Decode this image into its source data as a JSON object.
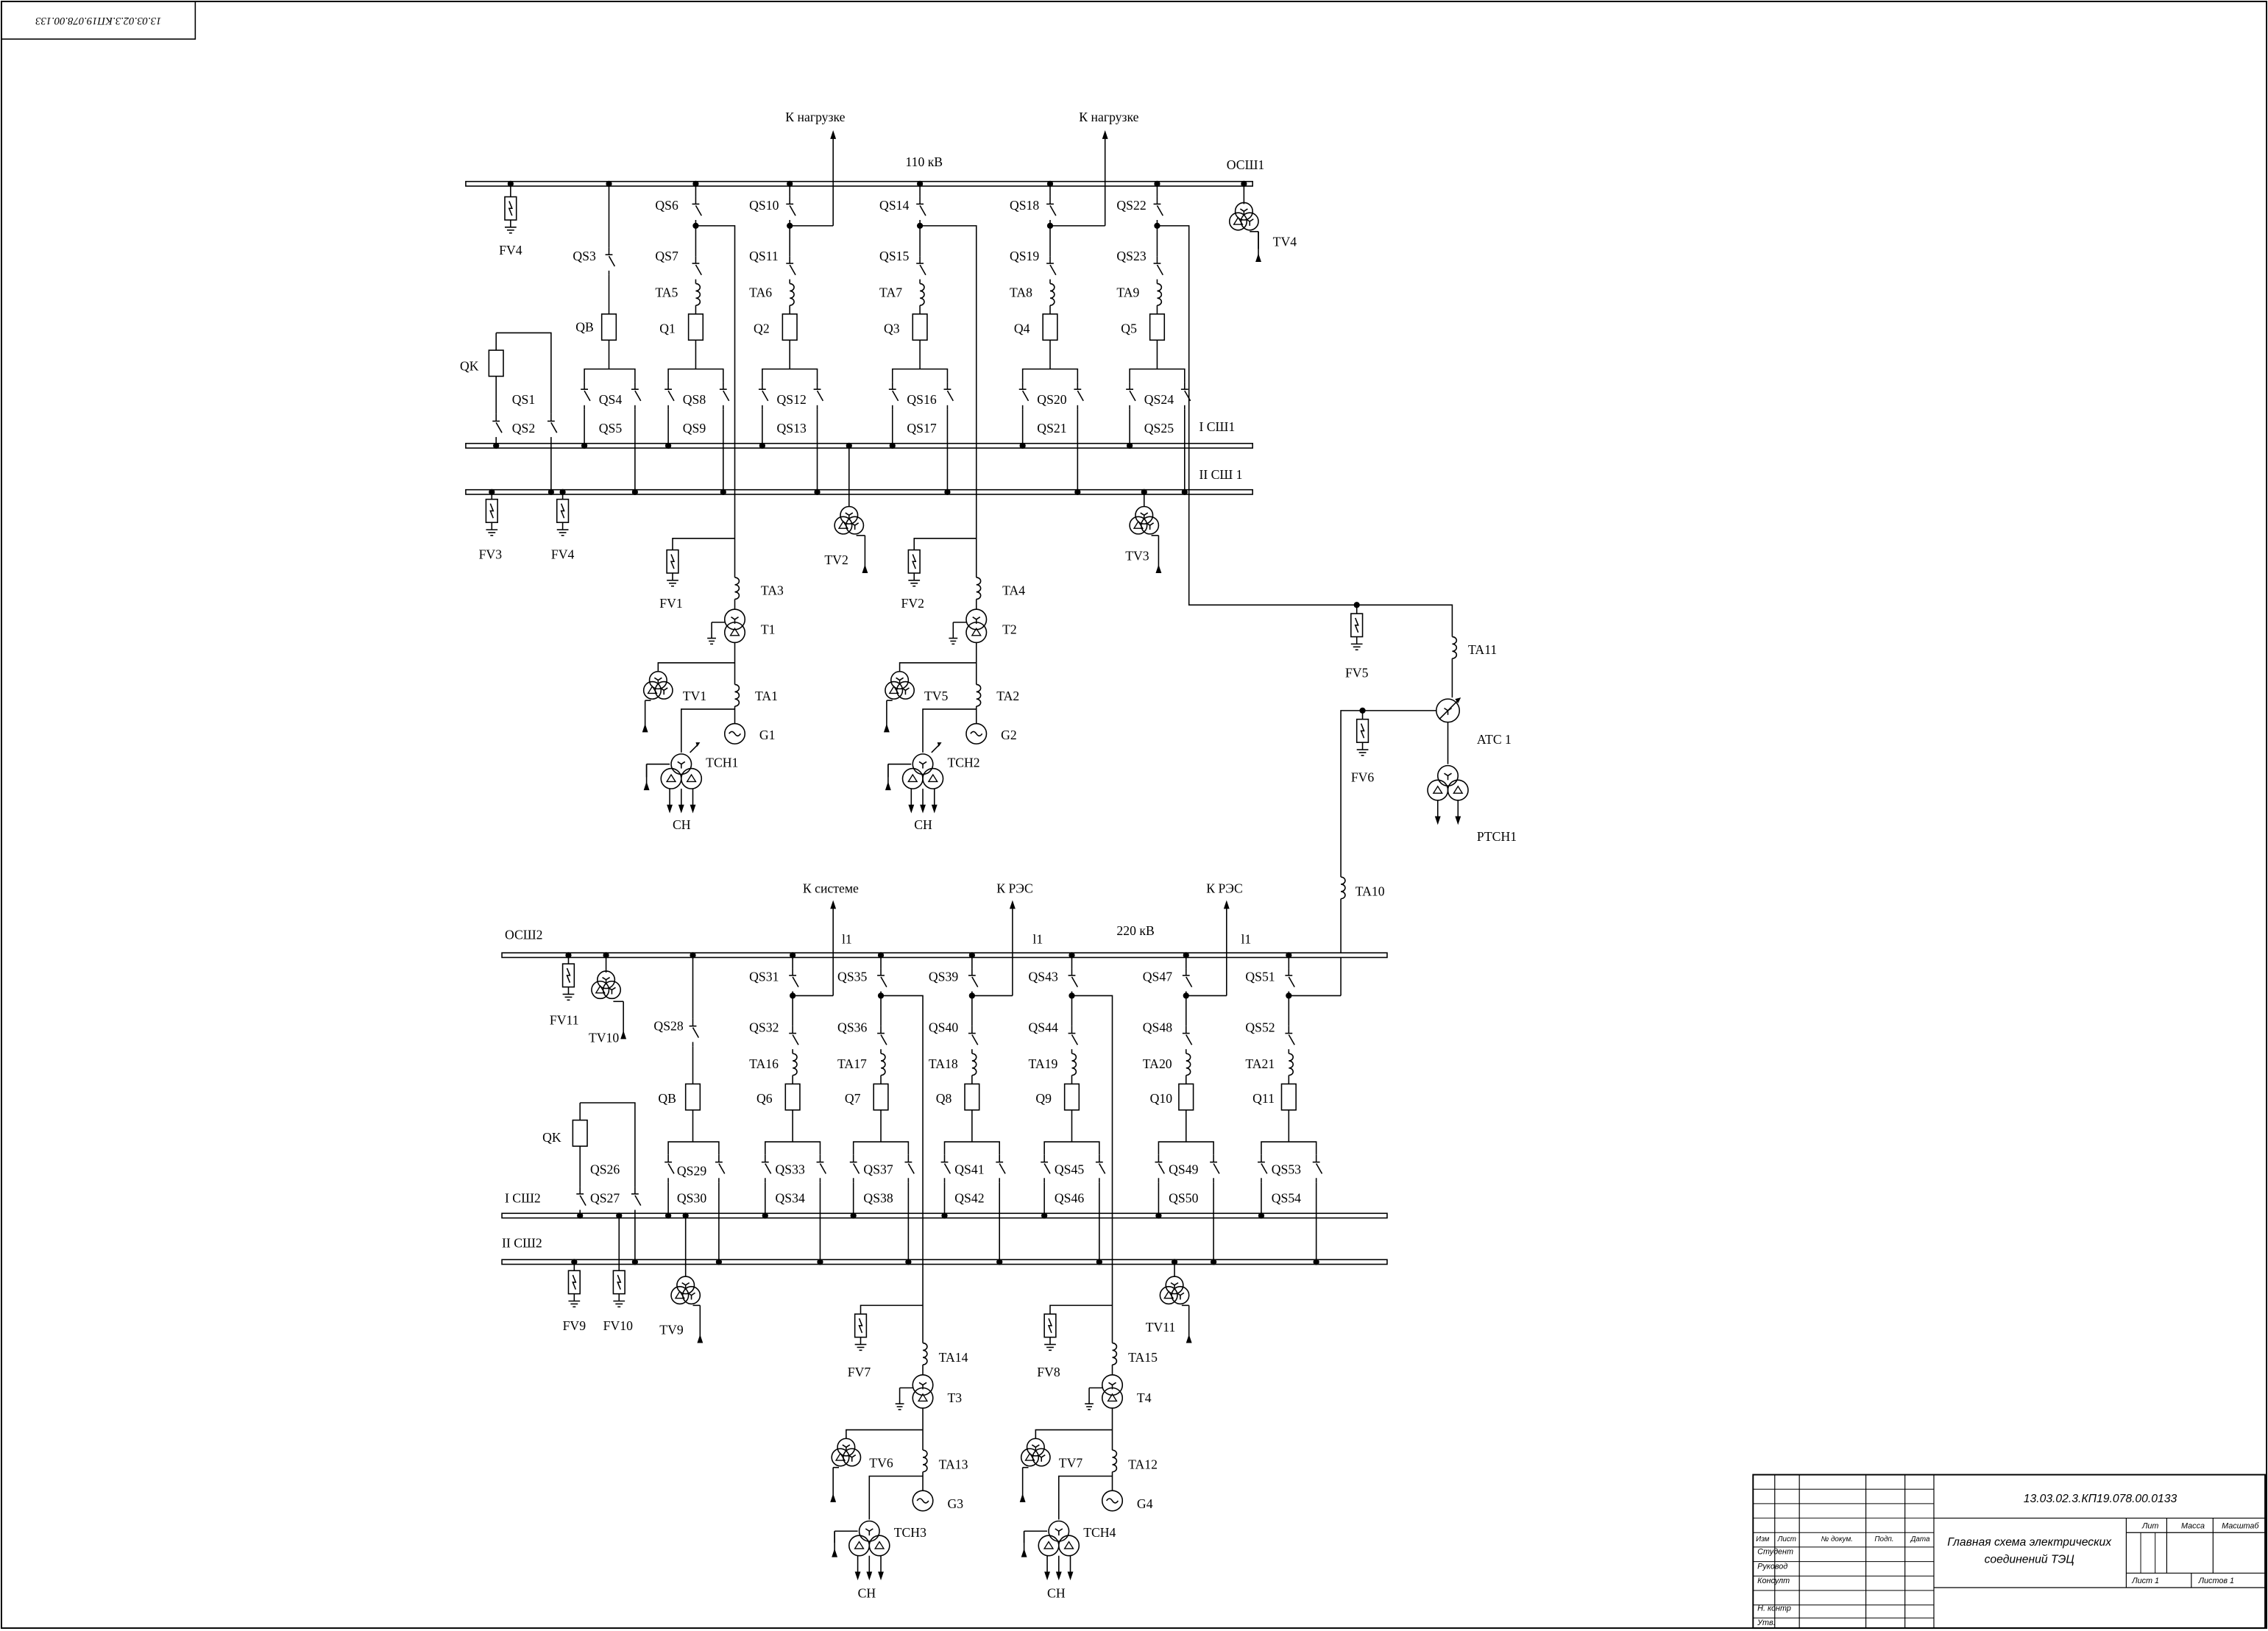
{
  "sheet": {
    "stamp_code": "13.03.02.3.КП19.078.00.0133",
    "rotated_code": "13.03.02.3.КП19.078.00.133",
    "title_line1": "Главная схема электрических",
    "title_line2": "соединений ТЭЦ",
    "rows": [
      "Изм",
      "Лист",
      "№ докум.",
      "Подп.",
      "Дата"
    ],
    "roles": [
      "Студент",
      "Руковод",
      "Консулт",
      "Н. контр",
      "Утв."
    ],
    "cols": [
      "Лит",
      "Масса",
      "Масштаб"
    ],
    "sheet_label": "Лист 1",
    "sheets_label": "Листов 1"
  },
  "upper": {
    "voltage": "110 кВ",
    "load": "К нагрузке",
    "osh": "ОСШ1",
    "bus1": "I СШ1",
    "bus2": "II СШ 1",
    "arrester_labels": [
      "FV4",
      "FV3",
      "FV4"
    ],
    "vt_labels": [
      "TV4",
      "TV2",
      "TV3"
    ],
    "bay_labels": [
      {
        "top": "QS6",
        "mid": "QS7",
        "ta": "TA5",
        "q": "Q1",
        "d1": "QS8",
        "d2": "QS9"
      },
      {
        "top": "QS10",
        "mid": "QS11",
        "ta": "TA6",
        "q": "Q2",
        "d1": "QS12",
        "d2": "QS13"
      },
      {
        "top": "QS14",
        "mid": "QS15",
        "ta": "TA7",
        "q": "Q3",
        "d1": "QS16",
        "d2": "QS17"
      },
      {
        "top": "QS18",
        "mid": "QS19",
        "ta": "TA8",
        "q": "Q4",
        "d1": "QS20",
        "d2": "QS21"
      },
      {
        "top": "QS22",
        "mid": "QS23",
        "ta": "TA9",
        "q": "Q5",
        "d1": "QS24",
        "d2": "QS25"
      }
    ],
    "coupler": {
      "qs": "QS3",
      "qb": "QB",
      "qk": "QK",
      "qs1": "QS1",
      "qs2": "QS2",
      "qs4": "QS4",
      "qs5": "QS5"
    },
    "units": [
      {
        "fv": "FV1",
        "ta_hv": "TA3",
        "t": "T1",
        "tv": "TV1",
        "ta_g": "TA1",
        "g": "G1",
        "tsn": "ТСН1",
        "sn": "СН"
      },
      {
        "fv": "FV2",
        "ta_hv": "TA4",
        "t": "T2",
        "tv": "TV5",
        "ta_g": "TA2",
        "g": "G2",
        "tsn": "ТСН2",
        "sn": "СН"
      }
    ]
  },
  "ats": {
    "fv5": "FV5",
    "ta11": "TA11",
    "atc": "АТС 1",
    "fv6": "FV6",
    "rtsn": "РТСН1",
    "ta10": "TA10"
  },
  "lower": {
    "voltage": "220 кВ",
    "sys": "К системе",
    "res": "К РЭС",
    "line": "l1",
    "osh": "ОСШ2",
    "bus1": "I СШ2",
    "bus2": "II СШ2",
    "arrester_labels": [
      "FV11",
      "FV9",
      "FV10"
    ],
    "vt_labels": [
      "TV10",
      "TV9",
      "TV11"
    ],
    "bay_labels": [
      {
        "top": "QS31",
        "mid": "QS32",
        "ta": "TA16",
        "q": "Q6",
        "d1": "QS33",
        "d2": "QS34"
      },
      {
        "top": "QS35",
        "mid": "QS36",
        "ta": "TA17",
        "q": "Q7",
        "d1": "QS37",
        "d2": "QS38"
      },
      {
        "top": "QS39",
        "mid": "QS40",
        "ta": "TA18",
        "q": "Q8",
        "d1": "QS41",
        "d2": "QS42"
      },
      {
        "top": "QS43",
        "mid": "QS44",
        "ta": "TA19",
        "q": "Q9",
        "d1": "QS45",
        "d2": "QS46"
      },
      {
        "top": "QS47",
        "mid": "QS48",
        "ta": "TA20",
        "q": "Q10",
        "d1": "QS49",
        "d2": "QS50"
      },
      {
        "top": "QS51",
        "mid": "QS52",
        "ta": "TA21",
        "q": "Q11",
        "d1": "QS53",
        "d2": "QS54"
      }
    ],
    "coupler": {
      "qs": "QS28",
      "qb": "QB",
      "qk": "QK",
      "qs1": "QS26",
      "qs2": "QS27",
      "qs4": "QS29",
      "qs5": "QS30"
    },
    "units": [
      {
        "fv": "FV7",
        "ta_hv": "TA14",
        "t": "T3",
        "tv": "TV6",
        "ta_g": "TA13",
        "g": "G3",
        "tsn": "ТСН3",
        "sn": "СН"
      },
      {
        "fv": "FV8",
        "ta_hv": "TA15",
        "t": "T4",
        "tv": "TV7",
        "ta_g": "TA12",
        "g": "G4",
        "tsn": "ТСН4",
        "sn": "СН"
      }
    ]
  }
}
